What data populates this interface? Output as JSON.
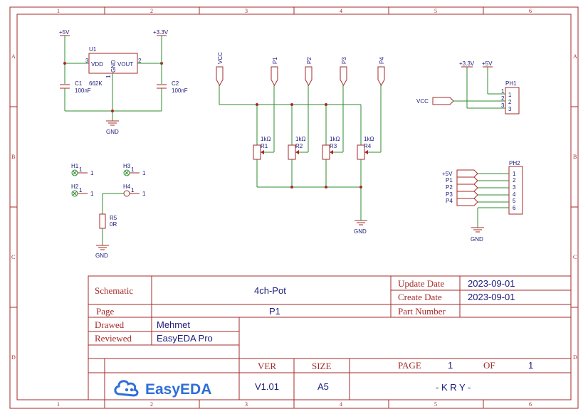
{
  "frame": {
    "columns": [
      "1",
      "2",
      "3",
      "4",
      "5",
      "6"
    ],
    "rows": [
      "A",
      "B",
      "C",
      "D"
    ]
  },
  "regulator": {
    "ref": "U1",
    "pins": {
      "vdd": "VDD",
      "vout": "VOUT",
      "gnd": "GND",
      "p1": "1",
      "p2": "2",
      "p3": "3"
    },
    "vin_label": "+5V",
    "vout_label": "+3.3V",
    "c1_ref": "C1",
    "c1_val": "100nF",
    "c2_ref": "C2",
    "c2_val": "100nF",
    "r_label": "662K",
    "gnd_label": "GND"
  },
  "pots": {
    "vcc_label": "VCC",
    "ports": [
      "P1",
      "P2",
      "P3",
      "P4"
    ],
    "items": [
      {
        "ref": "R1",
        "val": "1kΩ"
      },
      {
        "ref": "R2",
        "val": "1kΩ"
      },
      {
        "ref": "R3",
        "val": "1kΩ"
      },
      {
        "ref": "R4",
        "val": "1kΩ"
      }
    ],
    "gnd_label": "GND"
  },
  "holes": {
    "items": [
      {
        "ref": "H1",
        "pin": "1",
        "net": "1"
      },
      {
        "ref": "H3",
        "pin": "1",
        "net": "1"
      },
      {
        "ref": "H2",
        "pin": "1",
        "net": "1"
      },
      {
        "ref": "H4",
        "pin": "1",
        "net": "1"
      }
    ],
    "r5_ref": "R5",
    "r5_val": "0R",
    "gnd_label": "GND"
  },
  "ph1": {
    "ref": "PH1",
    "labels": [
      "+3.3V",
      "+5V"
    ],
    "vcc_label": "VCC",
    "pins": [
      "1",
      "2",
      "3"
    ],
    "pin_nums": [
      "1",
      "2",
      "3"
    ]
  },
  "ph2": {
    "ref": "PH2",
    "nets": [
      "+5V",
      "P1",
      "P2",
      "P3",
      "P4"
    ],
    "pins": [
      "1",
      "2",
      "3",
      "4",
      "5",
      "6"
    ],
    "gnd_label": "GND"
  },
  "title_block": {
    "schematic_key": "Schematic",
    "schematic_val": "4ch-Pot",
    "update_key": "Update Date",
    "update_val": "2023-09-01",
    "create_key": "Create Date",
    "create_val": "2023-09-01",
    "page_key": "Page",
    "page_val": "P1",
    "part_key": "Part Number",
    "part_val": "",
    "drawed_key": "Drawed",
    "drawed_val": "Mehmet",
    "reviewed_key": "Reviewed",
    "reviewed_val": "EasyEDA Pro",
    "ver_key": "VER",
    "ver_val": "V1.01",
    "size_key": "SIZE",
    "size_val": "A5",
    "page2_key": "PAGE",
    "page_num": "1",
    "of_key": "OF",
    "page_total": "1",
    "company": "- K R Y -",
    "logo_text": "EasyEDA"
  }
}
